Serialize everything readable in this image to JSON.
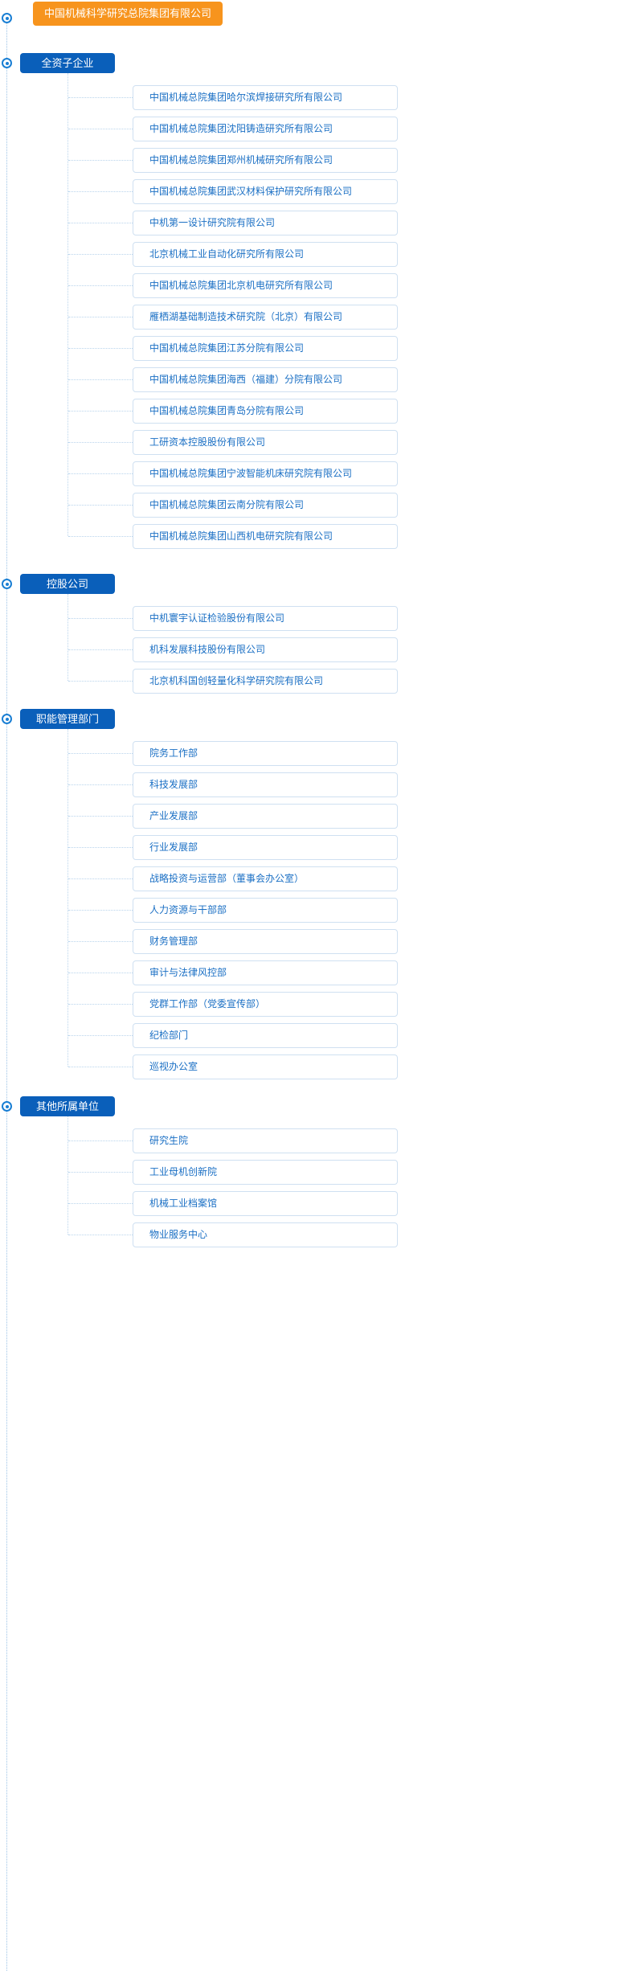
{
  "root": {
    "label": "中国机械科学研究总院集团有限公司",
    "marker_icon": "node-marker-icon",
    "color": "#f7941d"
  },
  "theme": {
    "root_color": "#f7941d",
    "section_color": "#0a5fba",
    "item_text_color": "#1a6fc4",
    "item_border_color": "#cfe0f1",
    "connector_color": "#b9d4ec"
  },
  "sections": [
    {
      "label": "全资子企业",
      "items": [
        "中国机械总院集团哈尔滨焊接研究所有限公司",
        "中国机械总院集团沈阳铸造研究所有限公司",
        "中国机械总院集团郑州机械研究所有限公司",
        "中国机械总院集团武汉材料保护研究所有限公司",
        "中机第一设计研究院有限公司",
        "北京机械工业自动化研究所有限公司",
        "中国机械总院集团北京机电研究所有限公司",
        "雁栖湖基础制造技术研究院（北京）有限公司",
        "中国机械总院集团江苏分院有限公司",
        "中国机械总院集团海西（福建）分院有限公司",
        "中国机械总院集团青岛分院有限公司",
        "工研资本控股股份有限公司",
        "中国机械总院集团宁波智能机床研究院有限公司",
        "中国机械总院集团云南分院有限公司",
        "中国机械总院集团山西机电研究院有限公司"
      ]
    },
    {
      "label": "控股公司",
      "items": [
        "中机寰宇认证检验股份有限公司",
        "机科发展科技股份有限公司",
        "北京机科国创轻量化科学研究院有限公司"
      ]
    },
    {
      "label": "职能管理部门",
      "items": [
        "院务工作部",
        "科技发展部",
        "产业发展部",
        "行业发展部",
        "战略投资与运营部（董事会办公室）",
        "人力资源与干部部",
        "财务管理部",
        "审计与法律风控部",
        "党群工作部（党委宣传部）",
        "纪检部门",
        "巡视办公室"
      ]
    },
    {
      "label": "其他所属单位",
      "items": [
        "研究生院",
        "工业母机创新院",
        "机械工业档案馆",
        "物业服务中心"
      ]
    }
  ]
}
